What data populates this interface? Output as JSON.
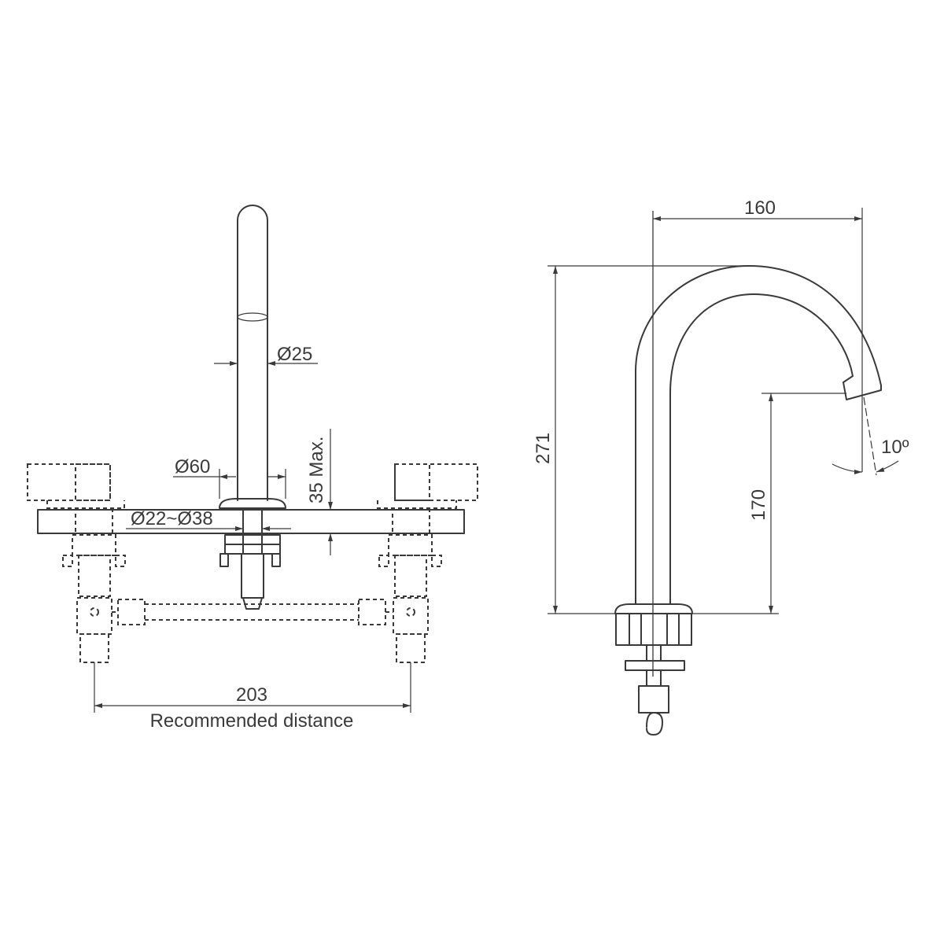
{
  "front_view": {
    "spout_diameter": "Ø25",
    "flange_diameter": "Ø60",
    "hole_range": "Ø22~Ø38",
    "deck_thickness": "35 Max.",
    "center_distance": "203",
    "distance_note": "Recommended distance"
  },
  "side_view": {
    "reach": "160",
    "height": "271",
    "outlet_height": "170",
    "outlet_angle": "10º"
  }
}
